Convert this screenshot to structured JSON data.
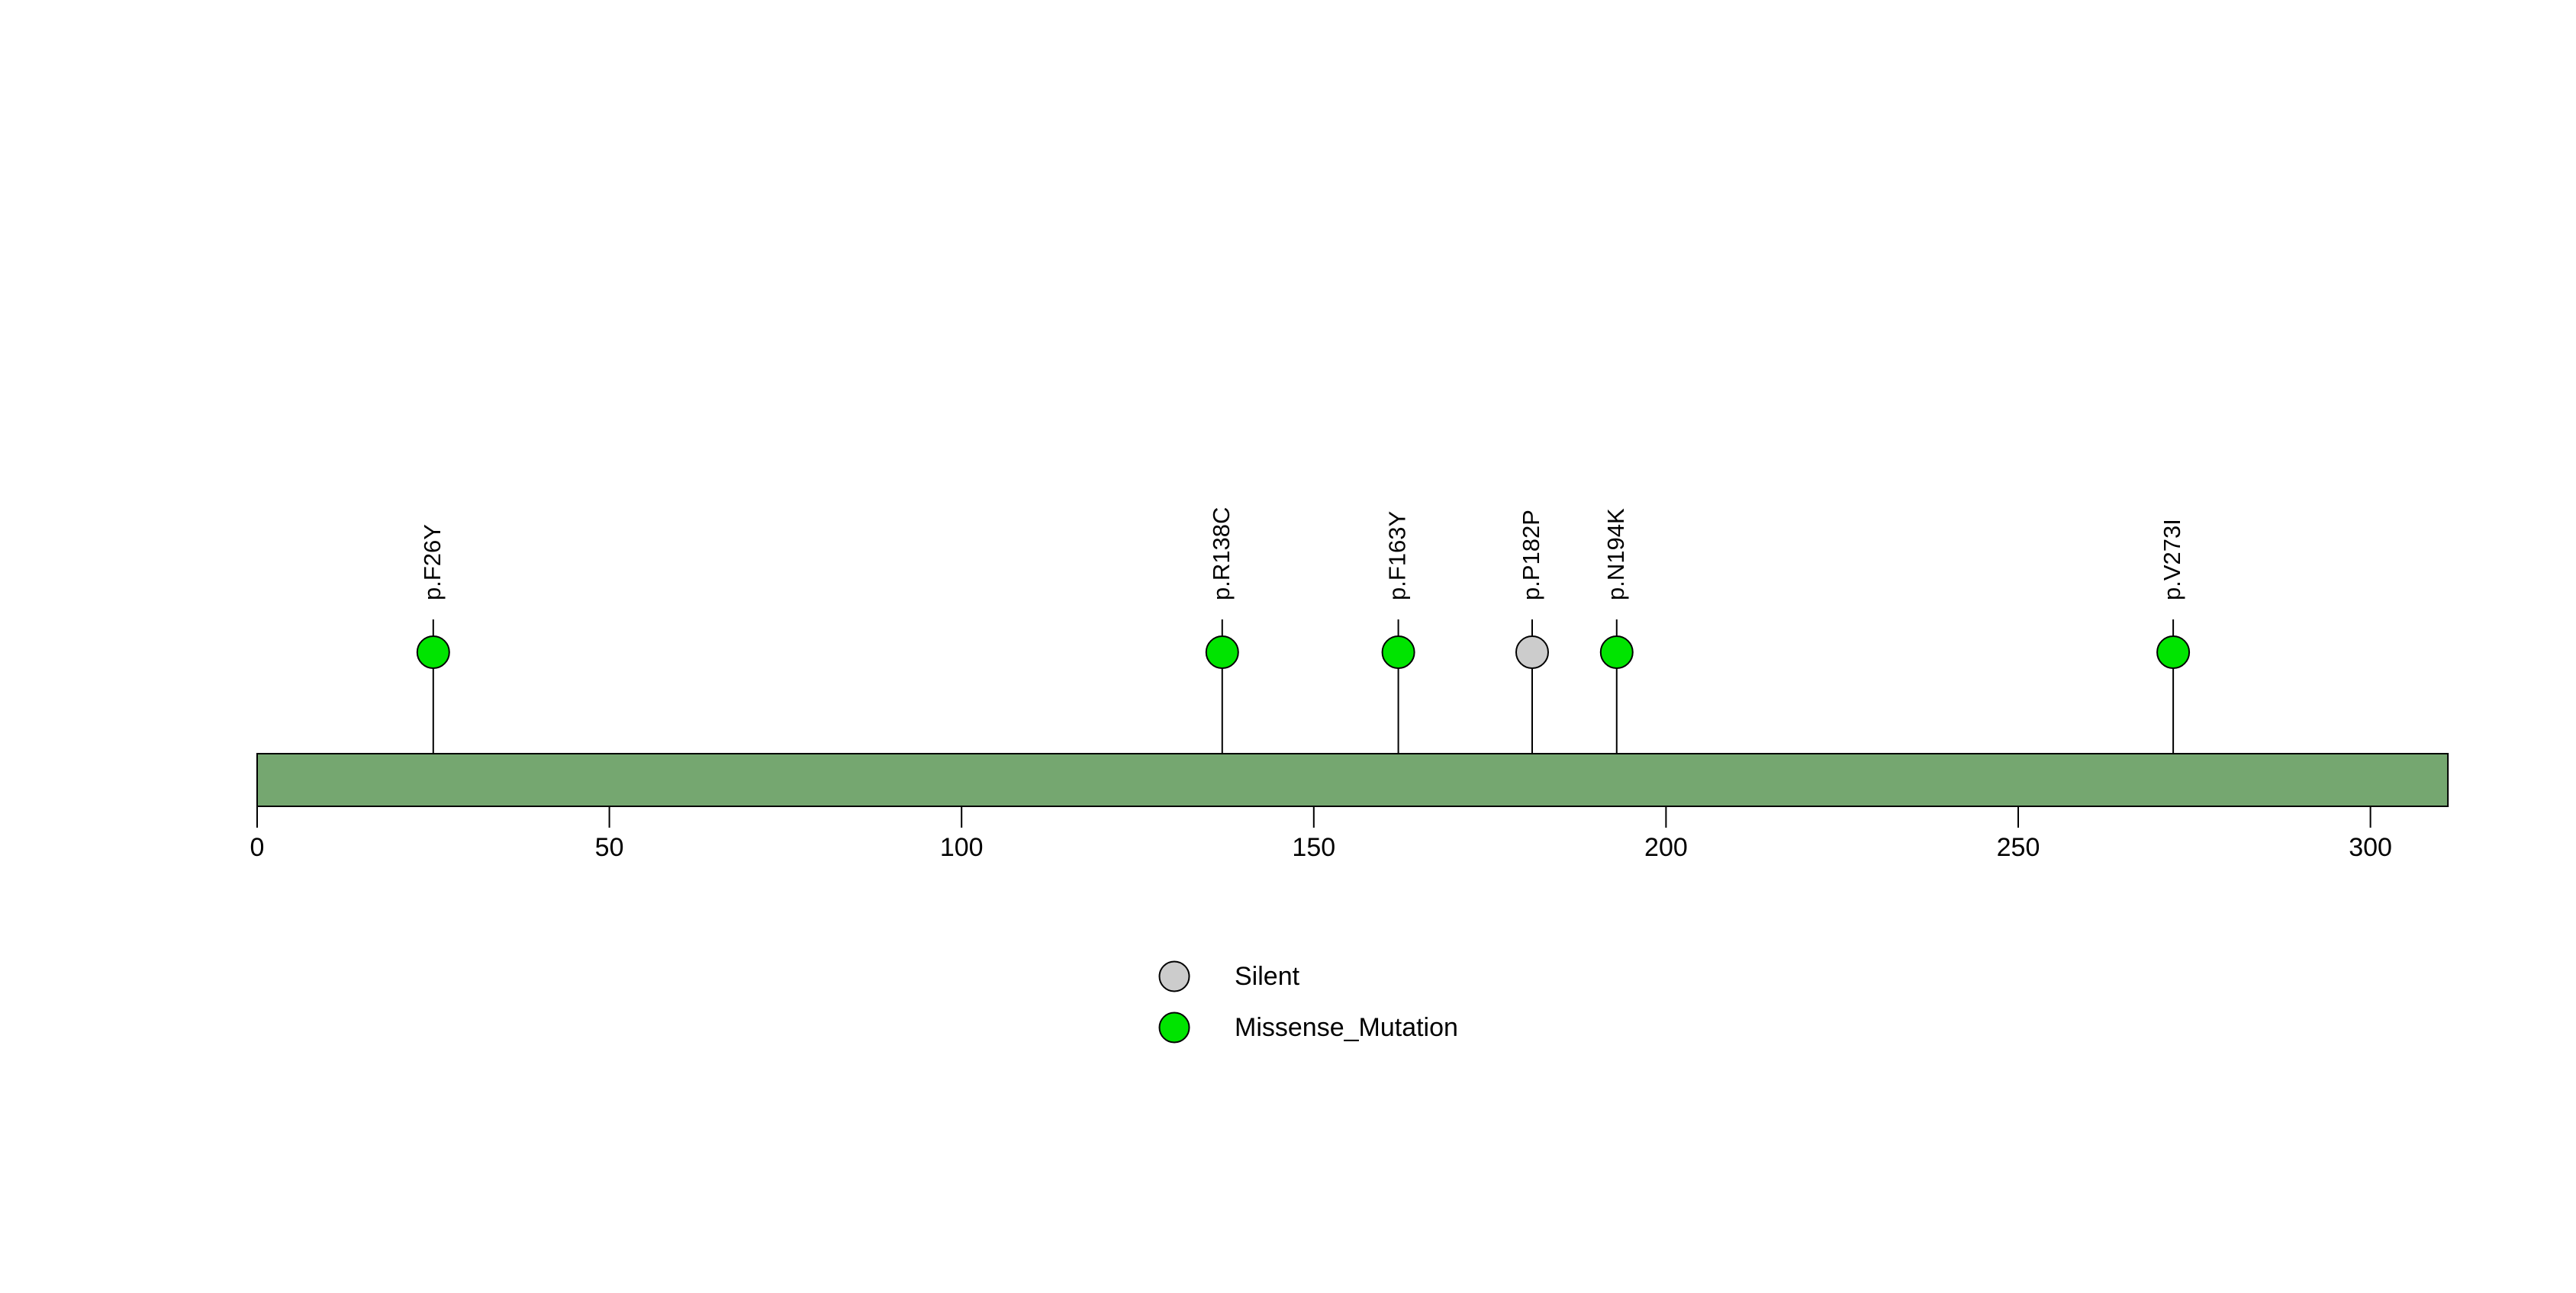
{
  "figure": {
    "background_color": "#ffffff",
    "text_color": "#000000"
  },
  "chart_data": {
    "type": "scatter",
    "subtype": "lollipop_mutation_plot",
    "title": "",
    "xlabel": "",
    "ylabel": "",
    "xlim": [
      0,
      311
    ],
    "grid": false,
    "protein_bar": {
      "start": 0,
      "end": 311,
      "fill_color": "#75a770",
      "border_color": "#000000"
    },
    "x_ticks": [
      0,
      50,
      100,
      150,
      200,
      250,
      300
    ],
    "mutations": [
      {
        "label": "p.F26Y",
        "position": 26,
        "class": "Missense_Mutation",
        "color": "#00e400"
      },
      {
        "label": "p.R138C",
        "position": 138,
        "class": "Missense_Mutation",
        "color": "#00e400"
      },
      {
        "label": "p.F163Y",
        "position": 163,
        "class": "Missense_Mutation",
        "color": "#00e400"
      },
      {
        "label": "p.P182P",
        "position": 182,
        "class": "Silent",
        "color": "#cccccc"
      },
      {
        "label": "p.N194K",
        "position": 194,
        "class": "Missense_Mutation",
        "color": "#00e400"
      },
      {
        "label": "p.V273I",
        "position": 273,
        "class": "Missense_Mutation",
        "color": "#00e400"
      }
    ],
    "legend": {
      "position": "bottom-center",
      "entries": [
        {
          "label": "Silent",
          "color": "#cccccc"
        },
        {
          "label": "Missense_Mutation",
          "color": "#00e400"
        }
      ]
    }
  }
}
